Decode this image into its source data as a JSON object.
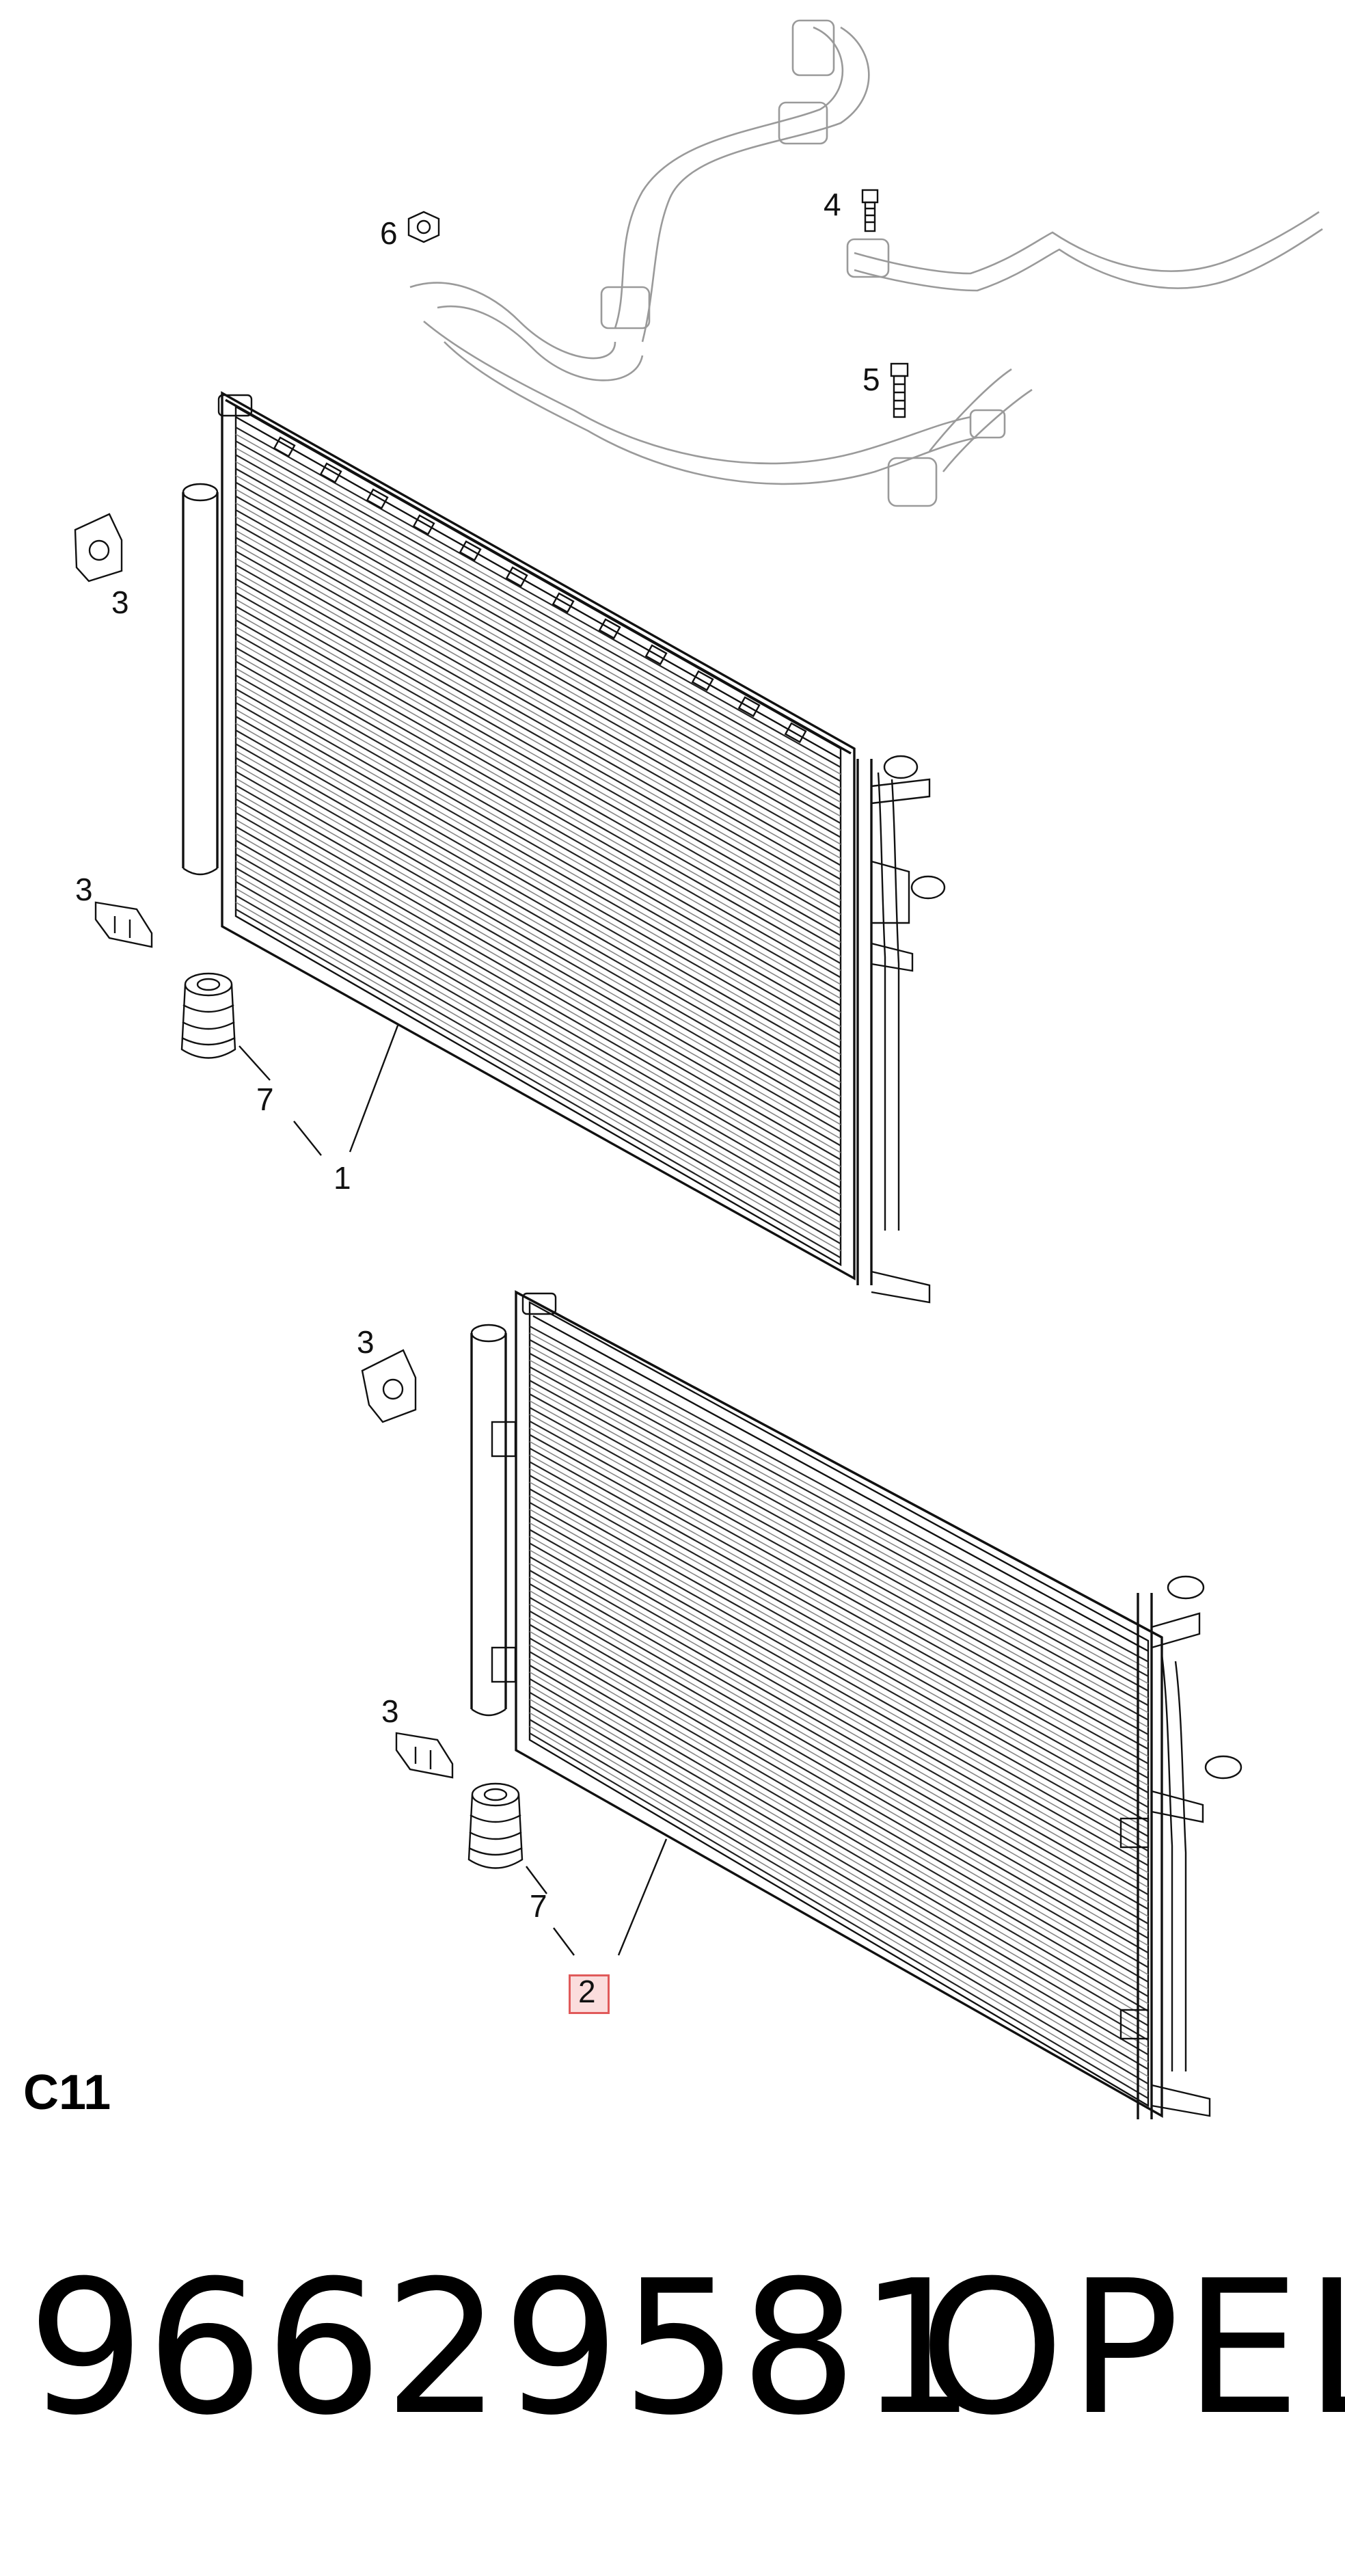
{
  "diagram": {
    "callouts": {
      "c1": "1",
      "c2": "2",
      "c3a": "3",
      "c3b": "3",
      "c3c": "3",
      "c3d": "3",
      "c4": "4",
      "c5": "5",
      "c6": "6",
      "c7a": "7",
      "c7b": "7"
    },
    "highlighted_callout": "2",
    "highlight_color": "#e05a5a"
  },
  "footer": {
    "section_code": "C11",
    "part_number": "96629581",
    "brand": "OPEL"
  }
}
